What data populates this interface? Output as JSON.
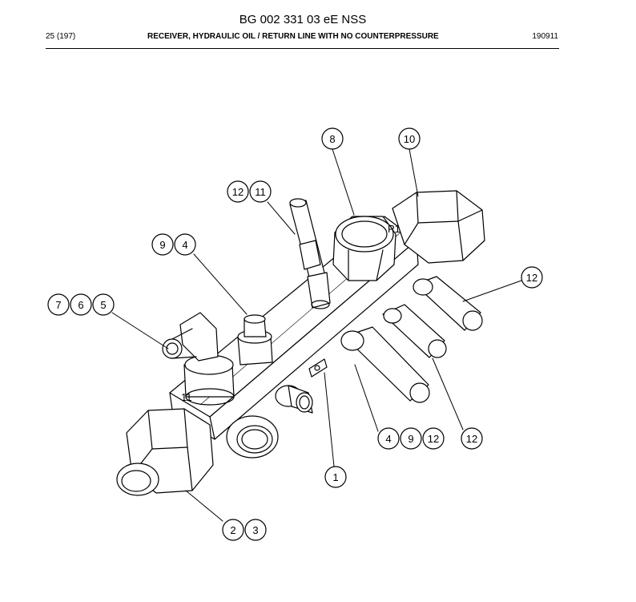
{
  "header": {
    "document_id": "BG 002 331 03 eE NSS",
    "page": "25 (197)",
    "title": "RECEIVER, HYDRAULIC OIL / RETURN LINE WITH NO COUNTERPRESSURE",
    "code": "190911"
  },
  "callouts": {
    "c8": "8",
    "c10": "10",
    "c12a": "12",
    "c11": "11",
    "c9a": "9",
    "c4a": "4",
    "c12b": "12",
    "c7": "7",
    "c6": "6",
    "c5": "5",
    "c4b": "4",
    "c9b": "9",
    "c12c": "12",
    "c12d": "12",
    "c1": "1",
    "c2": "2",
    "c3": "3"
  },
  "part_markings": {
    "block_end_mark": "11",
    "port_mark": "P1"
  }
}
